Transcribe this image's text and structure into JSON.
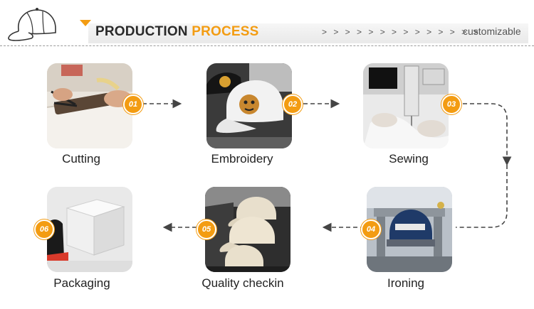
{
  "header": {
    "title_dark": "PRODUCTION",
    "title_accent": "PROCESS",
    "arrows": "> > > > > > > > > > > > > >",
    "tagline": "customizable"
  },
  "steps": [
    {
      "number": "01",
      "label": "Cutting"
    },
    {
      "number": "02",
      "label": "Embroidery"
    },
    {
      "number": "03",
      "label": "Sewing"
    },
    {
      "number": "04",
      "label": "Ironing"
    },
    {
      "number": "05",
      "label": "Quality checkin"
    },
    {
      "number": "06",
      "label": "Packaging"
    }
  ],
  "colors": {
    "accent": "#f39c12",
    "text": "#222222",
    "connector": "#444444"
  },
  "icons": {
    "logo": "baseball-cap-icon",
    "connector": "dashed-arrow-icon"
  }
}
